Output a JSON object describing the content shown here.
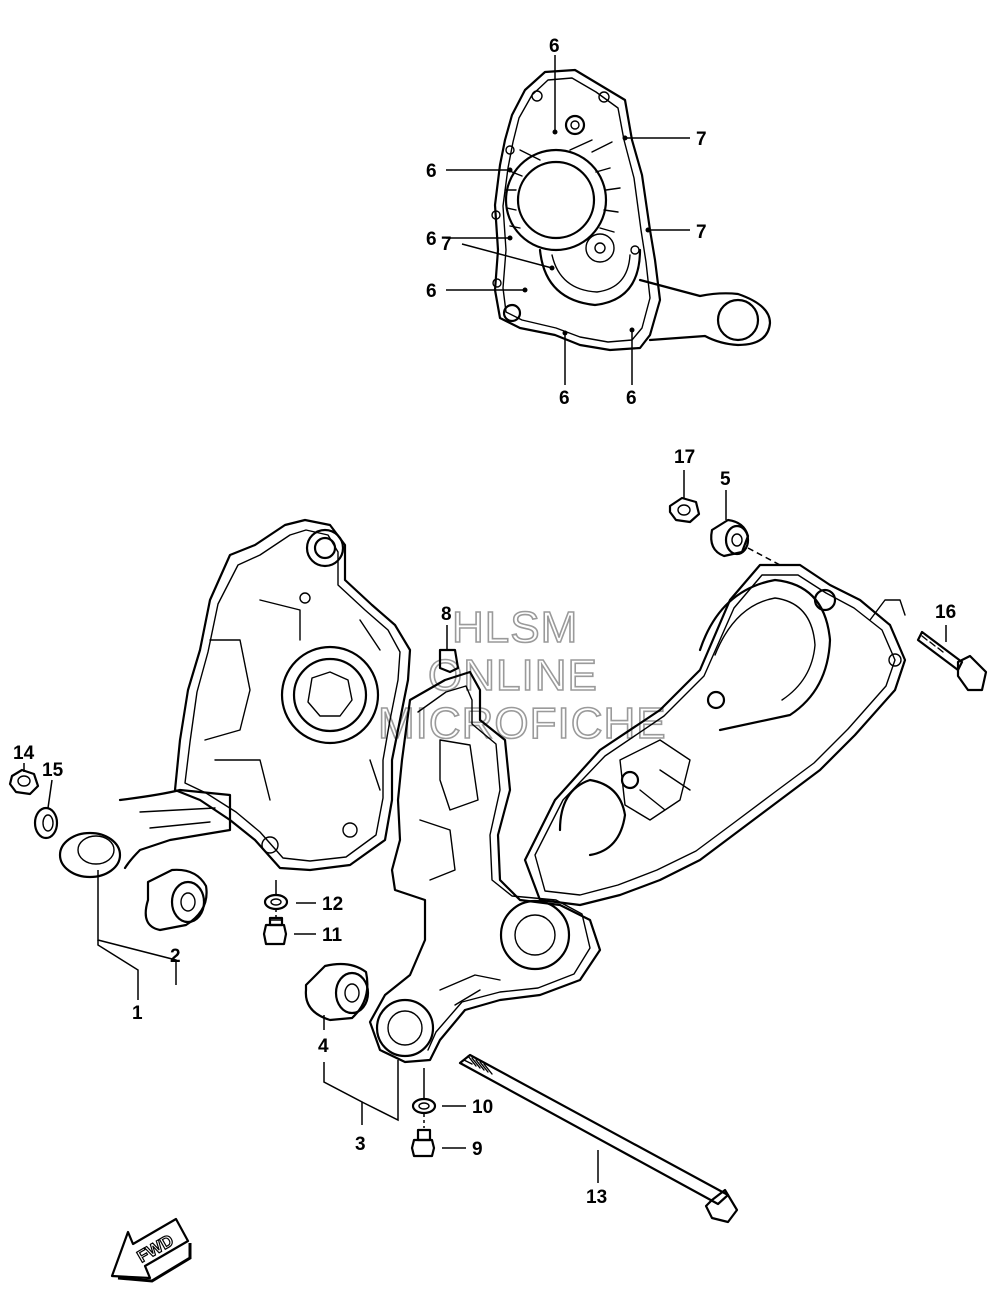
{
  "watermark": {
    "line1": "HLSM",
    "line2": "ONLINE",
    "line3": "MICROFICHE"
  },
  "direction_badge": "FWD",
  "callouts": [
    {
      "id": "c6a",
      "label": "6"
    },
    {
      "id": "c7a",
      "label": "7"
    },
    {
      "id": "c6b",
      "label": "6"
    },
    {
      "id": "c6c",
      "label": "6"
    },
    {
      "id": "c7b",
      "label": "7"
    },
    {
      "id": "c7c",
      "label": "7"
    },
    {
      "id": "c6d",
      "label": "6"
    },
    {
      "id": "c6e",
      "label": "6"
    },
    {
      "id": "c6f",
      "label": "6"
    },
    {
      "id": "c17",
      "label": "17"
    },
    {
      "id": "c5",
      "label": "5"
    },
    {
      "id": "c16",
      "label": "16"
    },
    {
      "id": "c8",
      "label": "8"
    },
    {
      "id": "c14",
      "label": "14"
    },
    {
      "id": "c15",
      "label": "15"
    },
    {
      "id": "c12",
      "label": "12"
    },
    {
      "id": "c11",
      "label": "11"
    },
    {
      "id": "c2",
      "label": "2"
    },
    {
      "id": "c1",
      "label": "1"
    },
    {
      "id": "c4",
      "label": "4"
    },
    {
      "id": "c10",
      "label": "10"
    },
    {
      "id": "c3",
      "label": "3"
    },
    {
      "id": "c9",
      "label": "9"
    },
    {
      "id": "c13",
      "label": "13"
    }
  ]
}
